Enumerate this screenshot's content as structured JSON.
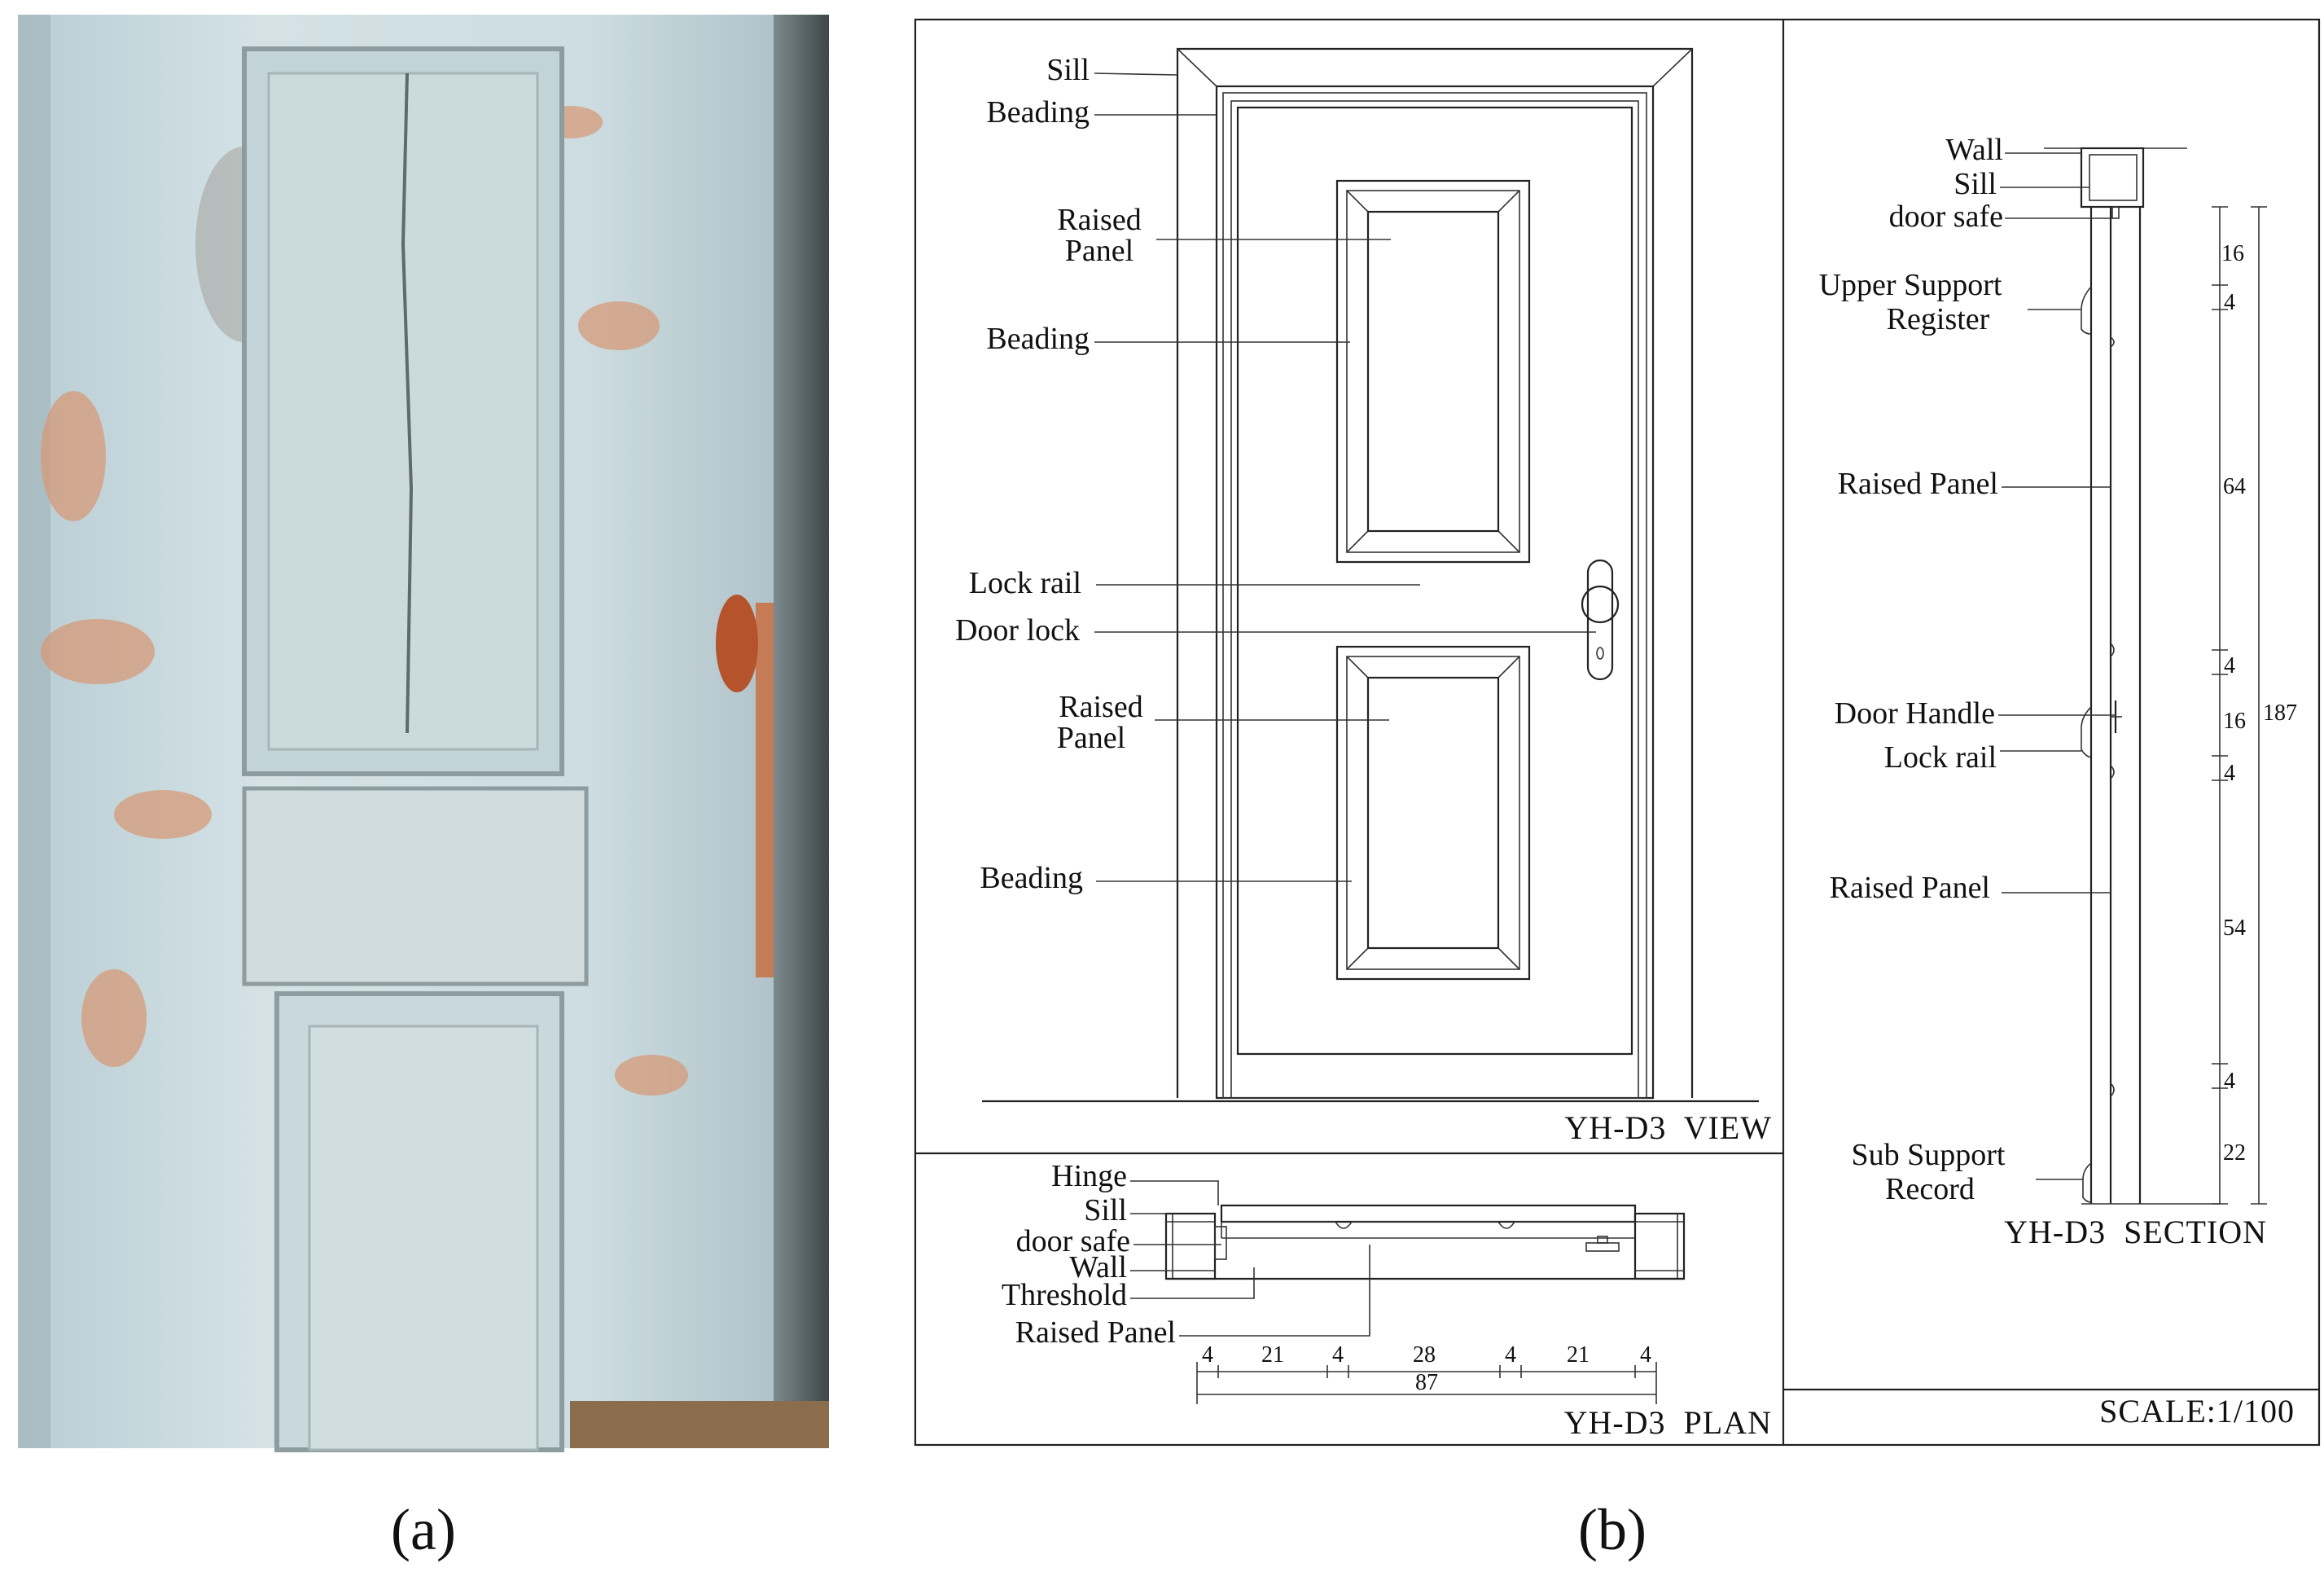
{
  "panel_a": {
    "caption": "(a)"
  },
  "panel_b": {
    "caption": "(b)",
    "view": {
      "title": "YH-D3  VIEW",
      "labels": {
        "sill": "Sill",
        "beading_top": "Beading",
        "raised_panel_upper": [
          "Raised",
          "Panel"
        ],
        "beading_upper": "Beading",
        "lock_rail": "Lock rail",
        "door_lock": "Door lock",
        "raised_panel_lower": [
          "Raised",
          "Panel"
        ],
        "beading_lower": "Beading"
      }
    },
    "plan": {
      "title": "YH-D3  PLAN",
      "labels": {
        "hinge": "Hinge",
        "sill": "Sill",
        "door_safe": "door safe",
        "wall": "Wall",
        "threshold": "Threshold",
        "raised_panel": "Raised Panel"
      },
      "dims": [
        "4",
        "21",
        "4",
        "28",
        "4",
        "21",
        "4"
      ],
      "total": "87"
    },
    "section": {
      "title": "YH-D3  SECTION",
      "scale": "SCALE:1/100",
      "labels": {
        "wall": "Wall",
        "sill": "Sill",
        "door_safe": "door safe",
        "upper_support": [
          "Upper Support",
          "Register"
        ],
        "raised_panel_upper": "Raised Panel",
        "door_handle": "Door Handle",
        "lock_rail": "Lock rail",
        "raised_panel_lower": "Raised Panel",
        "sub_support": [
          "Sub Support",
          "Record"
        ]
      },
      "dims": [
        "16",
        "4",
        "64",
        "4",
        "16",
        "4",
        "54",
        "4",
        "22"
      ],
      "total": "187"
    }
  },
  "colors": {
    "line": "#222222",
    "paint_blue": "#c9dbe0",
    "rust": "#c8734a"
  }
}
